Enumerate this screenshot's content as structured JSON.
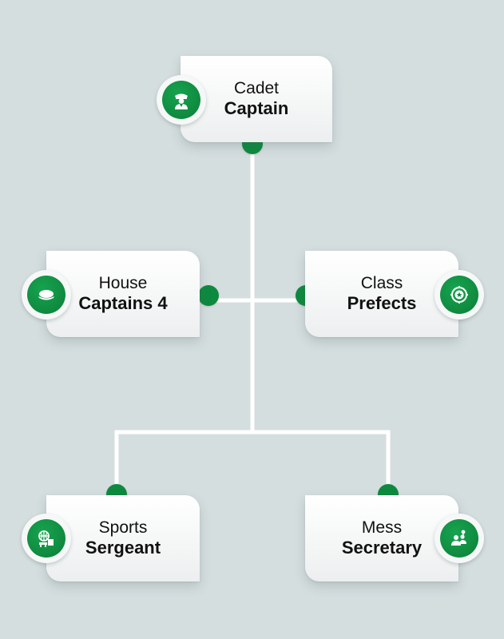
{
  "nodes": {
    "cadet_captain": {
      "line1": "Cadet",
      "line2": "Captain",
      "icon": "officer-icon"
    },
    "house_captains": {
      "line1": "House",
      "line2": "Captains 4",
      "icon": "cap-icon"
    },
    "class_prefects": {
      "line1": "Class",
      "line2": "Prefects",
      "icon": "badge-emblem-icon"
    },
    "sports_sergeant": {
      "line1": "Sports",
      "line2": "Sergeant",
      "icon": "sports-icon"
    },
    "mess_secretary": {
      "line1": "Mess",
      "line2": "Secretary",
      "icon": "team-icon"
    }
  },
  "colors": {
    "background": "#d5dedf",
    "accent": "#0d8a3f",
    "connector": "#ffffff"
  }
}
